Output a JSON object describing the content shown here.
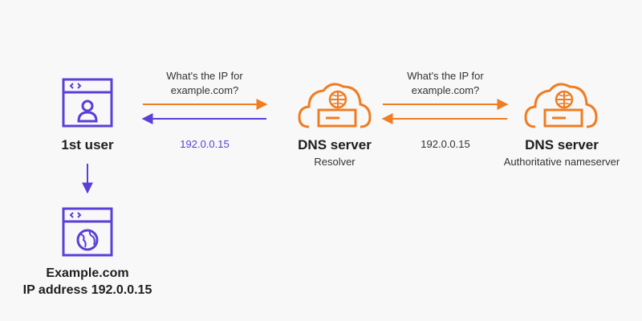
{
  "nodes": {
    "user": {
      "title": "1st user"
    },
    "resolver": {
      "title": "DNS server",
      "subtitle": "Resolver"
    },
    "authoritative": {
      "title": "DNS server",
      "subtitle": "Authoritative nameserver"
    },
    "website": {
      "title_line1": "Example.com",
      "title_line2": "IP address 192.0.0.15"
    }
  },
  "messages": {
    "query_1_line1": "What's the IP for",
    "query_1_line2": "example.com?",
    "reply_1": "192.0.0.15",
    "query_2_line1": "What's the IP for",
    "query_2_line2": "example.com?",
    "reply_2": "192.0.0.15"
  },
  "colors": {
    "purple": "#5b3fd6",
    "orange": "#ef7d22",
    "background": "#f8f8f8"
  },
  "icons": {
    "user": "browser-window-user-icon",
    "website": "browser-window-globe-icon",
    "resolver": "cloud-server-globe-icon",
    "authoritative": "cloud-server-globe-icon"
  }
}
